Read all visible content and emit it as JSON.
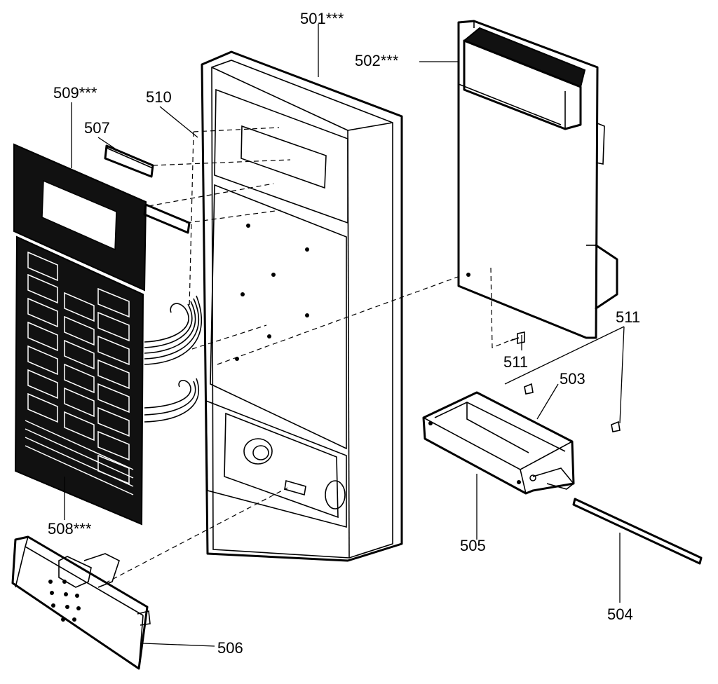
{
  "labels": {
    "p501": "501***",
    "p502": "502***",
    "p503": "503",
    "p504": "504",
    "p505": "505",
    "p506": "506",
    "p507": "507",
    "p508": "508***",
    "p509": "509***",
    "p510": "510",
    "p511a": "511",
    "p511b": "511"
  }
}
